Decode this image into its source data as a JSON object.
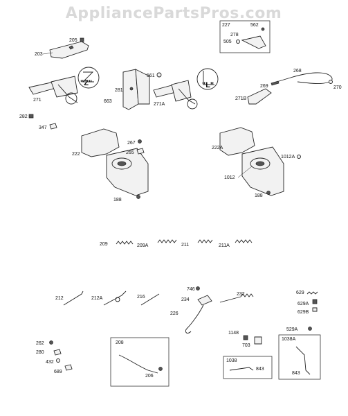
{
  "watermark": "AppliancePartsPros.com",
  "callouts": {
    "z": "\"Z\"",
    "l": "\"L\""
  },
  "labels": {
    "p205": "205",
    "p203": "203",
    "p271": "271",
    "p282": "282",
    "p347": "347",
    "p281": "281",
    "p561": "561",
    "p663": "663",
    "p271a": "271A",
    "p227": "227",
    "p562": "562",
    "p278": "278",
    "p505": "505",
    "p268": "268",
    "p269": "269",
    "p270": "270",
    "p271b": "271B",
    "p222": "222",
    "p267": "267",
    "p265": "265",
    "p188a": "188",
    "p222a": "222A",
    "p1012a": "1012A",
    "p1012": "1012",
    "p188b": "188",
    "p209": "209",
    "p209a": "209A",
    "p211": "211",
    "p211a": "211A",
    "p212": "212",
    "p212a": "212A",
    "p216": "216",
    "p746": "746",
    "p234": "234",
    "p232": "232",
    "p226": "226",
    "p629": "629",
    "p629a": "629A",
    "p629b": "629B",
    "p262": "262",
    "p280": "280",
    "p432": "432",
    "p689": "689",
    "p208": "208",
    "p206": "206",
    "p1148": "1148",
    "p703": "703",
    "p1038": "1038",
    "p843a": "843",
    "p529a": "529A",
    "p1038a": "1038A",
    "p843b": "843"
  }
}
